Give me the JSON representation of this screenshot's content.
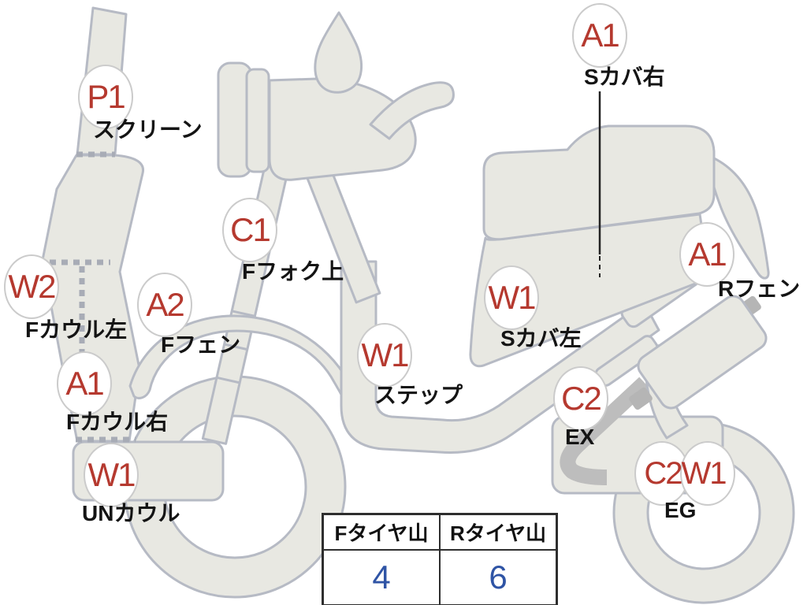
{
  "diagram": {
    "kind": "scooter-condition-diagram",
    "markers": [
      {
        "code": "P1",
        "part": "スクリーン"
      },
      {
        "code": "W2",
        "part": "Fカウル左"
      },
      {
        "code": "A2",
        "part": "Fフェン"
      },
      {
        "code": "A1",
        "part": "Fカウル右"
      },
      {
        "code": "W1",
        "part": "UNカウル"
      },
      {
        "code": "C1",
        "part": "Fフォク上"
      },
      {
        "code": "W1",
        "part": "ステップ"
      },
      {
        "code": "W1",
        "part": "Sカバ左"
      },
      {
        "code": "A1",
        "part": "Sカバ右"
      },
      {
        "code": "A1",
        "part": "Rフェン"
      },
      {
        "code": "C2",
        "part": "EX"
      },
      {
        "code": "C2W1",
        "part": "EG"
      }
    ],
    "tire_table": {
      "headers": [
        "Fタイヤ山",
        "Rタイヤ山"
      ],
      "values": [
        "4",
        "6"
      ]
    },
    "colors": {
      "code_text": "#b5392f",
      "tire_value_text": "#2f54a5",
      "body_fill": "#e8e8e2",
      "body_outline": "#b6bac4",
      "dash_gray": "#a8acb6",
      "exhaust_gray": "#bdbdbd"
    }
  }
}
